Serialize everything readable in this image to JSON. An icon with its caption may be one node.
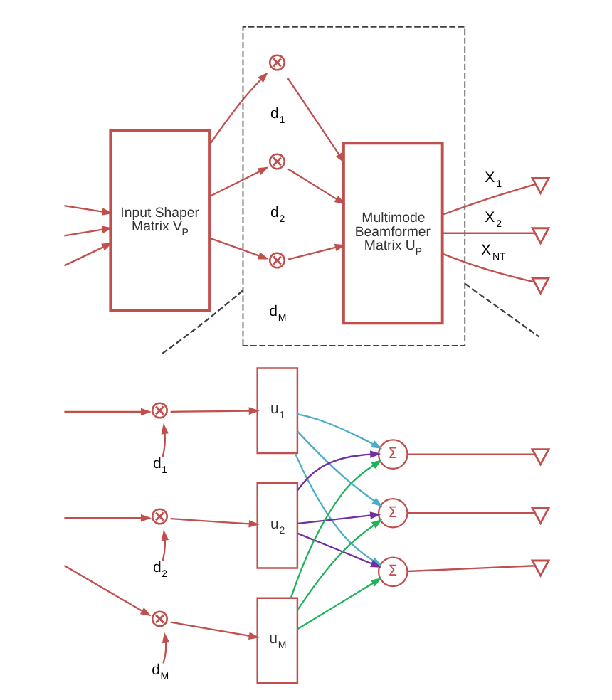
{
  "diagram": {
    "nodes": [
      {
        "text": [
          "Input Shaper Matrix V$_{P}$"
        ]
      },
      {
        "text": [],
        "shape": "box"
      },
      {
        "text": [
          "⊗"
        ],
        "beside": [
          "d$_{1}$"
        ],
        "in": 1
      },
      {
        "text": [
          "⊗"
        ],
        "beside": [
          "d$_{2}$"
        ],
        "in": 1
      },
      {
        "text": [
          "⊗"
        ],
        "beside": [
          "d$_{M}$"
        ],
        "in": 1
      },
      {
        "text": [
          "Multimode Beamformer Matrix U$_{P}$"
        ],
        "in": 1
      },
      {
        "text": [],
        "shape": "antenna"
      },
      {
        "text": [],
        "shape": "antenna"
      },
      {
        "text": [],
        "shape": "antenna"
      },
      {
        "text": [
          "⊗"
        ]
      },
      {
        "text": [
          "d$_{1}$"
        ]
      },
      {
        "text": [
          "u$_{1}$"
        ]
      },
      {
        "text": [
          "⊗"
        ]
      },
      {
        "text": [
          "d$_{2}$"
        ]
      },
      {
        "text": [
          "u$_{2}$"
        ]
      },
      {
        "text": [
          "⊗"
        ]
      },
      {
        "text": [
          "d$_{M}$"
        ]
      },
      {
        "text": [
          "u$_{M}$"
        ]
      },
      {
        "text": [
          "Σ"
        ]
      },
      {
        "text": [
          "Σ"
        ]
      },
      {
        "text": [
          "Σ"
        ]
      },
      {
        "text": [],
        "shape": "antenna"
      },
      {
        "text": [],
        "shape": "antenna"
      },
      {
        "text": [],
        "shape": "antenna"
      }
    ],
    "edges": [
      {
        "from": null,
        "to": 0,
        "arrow": "to"
      },
      {
        "from": null,
        "to": 0,
        "arrow": "to"
      },
      {
        "from": null,
        "to": 0,
        "arrow": "to"
      },
      {
        "from": 0,
        "to": 2,
        "arrow": "to"
      },
      {
        "from": 0,
        "to": 3,
        "arrow": "to"
      },
      {
        "from": 0,
        "to": 4,
        "arrow": "to"
      },
      {
        "from": 2,
        "to": 5,
        "arrow": "to"
      },
      {
        "from": 3,
        "to": 5,
        "arrow": "to"
      },
      {
        "from": 4,
        "to": 5,
        "arrow": "to"
      },
      {
        "from": 5,
        "to": 6,
        "arrow": "none",
        "label": "X$_{1}$"
      },
      {
        "from": 5,
        "to": 7,
        "arrow": "none",
        "label": "X$_{2}$"
      },
      {
        "from": 5,
        "to": 8,
        "arrow": "none",
        "label": "X$_{NT}$"
      },
      {
        "from": 1,
        "to": null,
        "arrow": "none",
        "style": "dashed",
        "color": "#404040"
      },
      {
        "from": 1,
        "to": null,
        "arrow": "none",
        "style": "dashed",
        "color": "#404040"
      },
      {
        "from": null,
        "to": 9,
        "arrow": "to"
      },
      {
        "from": 10,
        "to": 9,
        "arrow": "to"
      },
      {
        "from": 9,
        "to": 11,
        "arrow": "to"
      },
      {
        "from": null,
        "to": 12,
        "arrow": "to"
      },
      {
        "from": 13,
        "to": 12,
        "arrow": "to"
      },
      {
        "from": 12,
        "to": 14,
        "arrow": "to"
      },
      {
        "from": null,
        "to": 15,
        "arrow": "to"
      },
      {
        "from": 16,
        "to": 15,
        "arrow": "to"
      },
      {
        "from": 15,
        "to": 17,
        "arrow": "to"
      },
      {
        "from": 11,
        "to": 18,
        "arrow": "to",
        "color": "#4bacc6"
      },
      {
        "from": 11,
        "to": 19,
        "arrow": "to",
        "color": "#4bacc6"
      },
      {
        "from": 11,
        "to": 20,
        "arrow": "to",
        "color": "#4bacc6"
      },
      {
        "from": 14,
        "to": 18,
        "arrow": "to",
        "color": "#7030a0"
      },
      {
        "from": 14,
        "to": 19,
        "arrow": "to",
        "color": "#7030a0"
      },
      {
        "from": 14,
        "to": 20,
        "arrow": "to",
        "color": "#7030a0"
      },
      {
        "from": 17,
        "to": 18,
        "arrow": "to",
        "color": "#1fb25a"
      },
      {
        "from": 17,
        "to": 19,
        "arrow": "to",
        "color": "#1fb25a"
      },
      {
        "from": 17,
        "to": 20,
        "arrow": "to",
        "color": "#1fb25a"
      },
      {
        "from": 18,
        "to": 21,
        "arrow": "none"
      },
      {
        "from": 19,
        "to": 22,
        "arrow": "none"
      },
      {
        "from": 20,
        "to": 23,
        "arrow": "none"
      }
    ]
  }
}
